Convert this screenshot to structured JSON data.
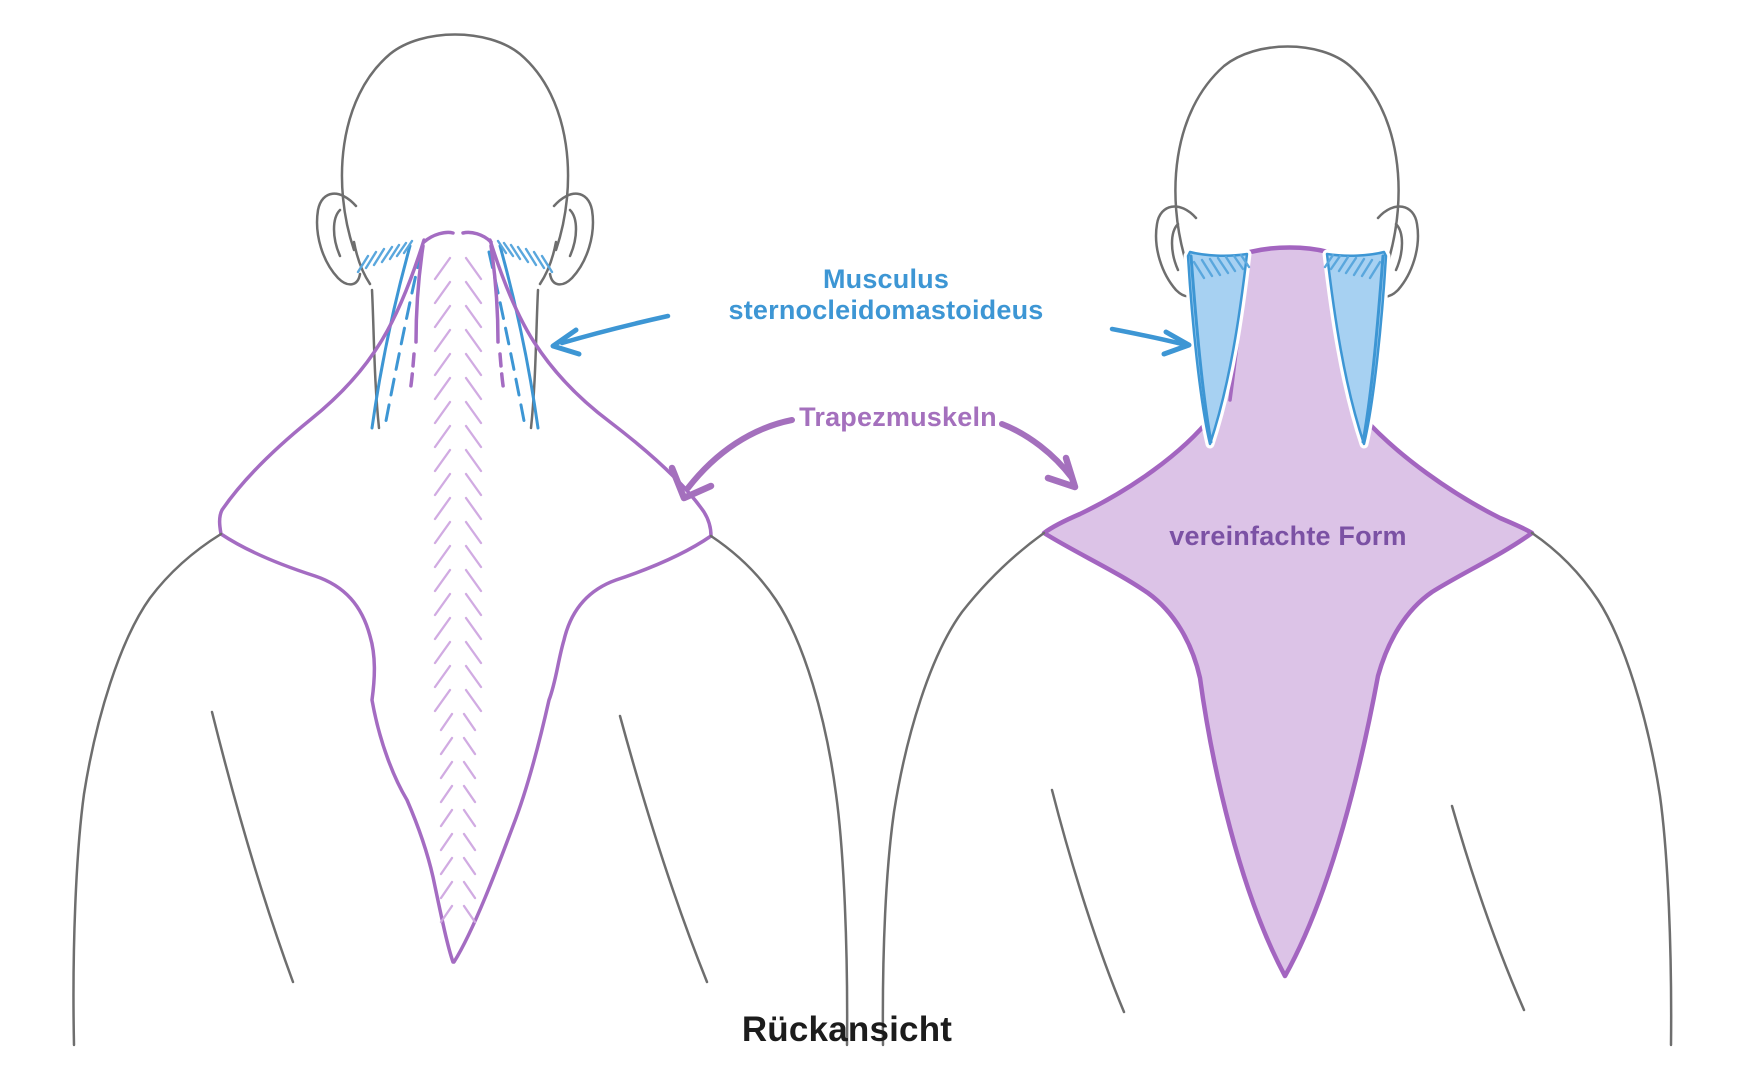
{
  "title": {
    "text": "Rückansicht"
  },
  "labels": {
    "scm": {
      "line1": "Musculus",
      "line2": "sternocleidomastoideus",
      "color": "#3d96d4"
    },
    "trapezius": {
      "text": "Trapezmuskeln",
      "color": "#a470bd"
    },
    "simplified_form": {
      "text": "vereinfachte Form",
      "color": "#7b51a4"
    }
  },
  "colors": {
    "scm_line_blue": "#3d96d4",
    "scm_fill_blue": "#a7d1f2",
    "trapezius_label_purple": "#a470bd",
    "trapezius_outline_purple": "#a46cc2",
    "trapezius_fill_lavender": "#dcc3e7",
    "simplified_text_purple": "#7b51a4",
    "body_outline_gray": "#6e6e6e",
    "title_color": "#1c1c1c",
    "background": "#ffffff"
  }
}
